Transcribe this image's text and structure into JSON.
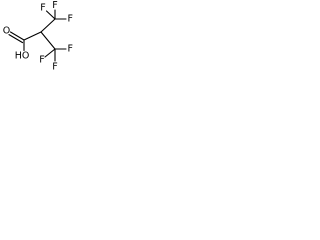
{
  "molecule": {
    "atoms": {
      "f_upper_top": "F",
      "f_upper_left": "F",
      "f_upper_right": "F",
      "f_lower_bottom": "F",
      "f_lower_left": "F",
      "f_lower_right": "F",
      "hydroxyl": "HO",
      "carbonyl_oxygen": "O"
    },
    "colors": {
      "bond": "#000000",
      "label": "#000000",
      "background": "#ffffff"
    }
  }
}
